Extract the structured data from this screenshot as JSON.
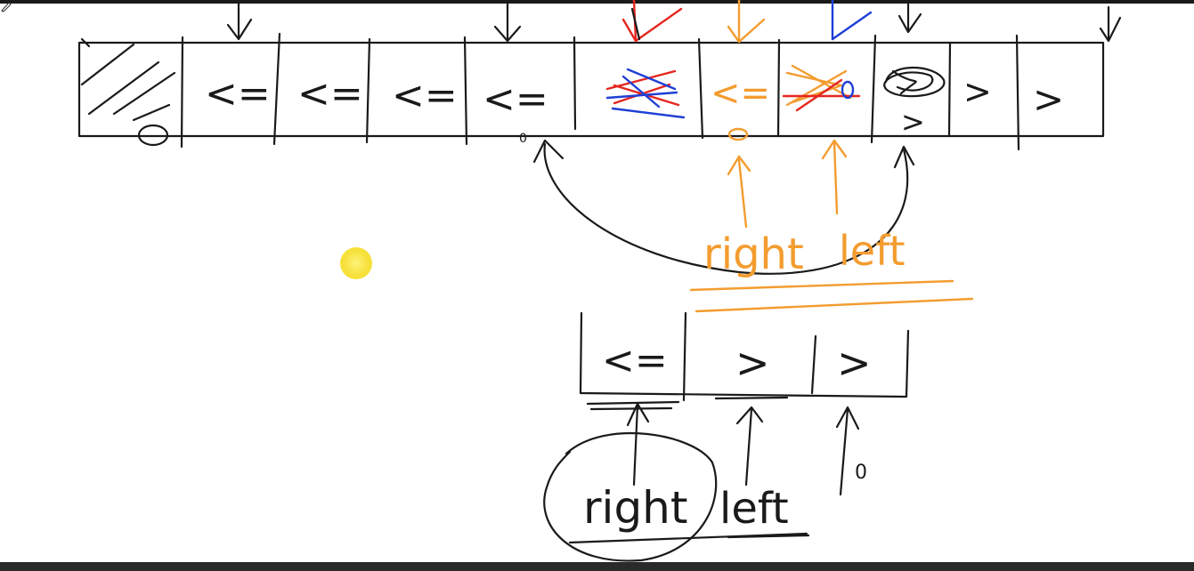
{
  "top_array": {
    "cells": [
      {
        "symbol": "",
        "color": "#1a1a1a",
        "note": "hatched"
      },
      {
        "symbol": "<=",
        "color": "#1a1a1a"
      },
      {
        "symbol": "<=",
        "color": "#1a1a1a"
      },
      {
        "symbol": "<=",
        "color": "#1a1a1a"
      },
      {
        "symbol": "<=",
        "color": "#1a1a1a"
      },
      {
        "symbol": "",
        "color": "#e5261f",
        "note": "red-blue-crossed"
      },
      {
        "symbol": "<=",
        "color": "#f39c2f"
      },
      {
        "symbol": "",
        "color": "#f39c2f",
        "note": "orange-red-crossed"
      },
      {
        "symbol": ">",
        "color": "#1a1a1a",
        "note": "scribbled"
      },
      {
        "symbol": ">",
        "color": "#1a1a1a"
      },
      {
        "symbol": ">",
        "color": "#1a1a1a"
      }
    ]
  },
  "labels": {
    "orange_right": "right",
    "orange_left": "left",
    "black_right": "right",
    "black_left": "left",
    "zero_mark": "0"
  },
  "bottom_array": {
    "cells": [
      {
        "symbol": "<="
      },
      {
        "symbol": ">"
      },
      {
        "symbol": ">"
      }
    ]
  },
  "colors": {
    "ink": "#1a1a1a",
    "orange": "#f39c2f",
    "red": "#e5261f",
    "blue": "#1f3fd6",
    "cursor": "#f6e13a"
  },
  "icons": {
    "cursor": "pen-cursor-icon"
  }
}
